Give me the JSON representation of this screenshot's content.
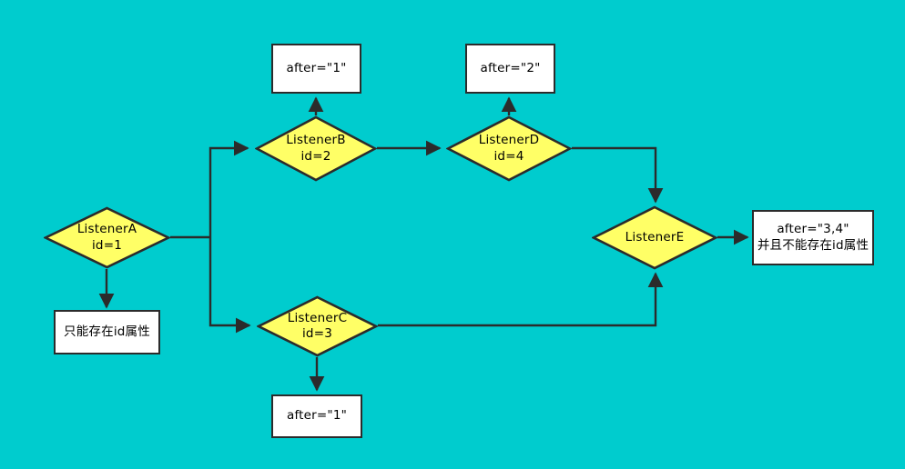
{
  "diagram": {
    "background_color": "#00ccce",
    "node_fill_color": "#ffff66",
    "node_stroke_color": "#2b2b2b",
    "box_fill_color": "#ffffff",
    "edge_color": "#2b2b2b",
    "nodes": {
      "listener_a": {
        "label": "ListenerA\nid=1"
      },
      "listener_b": {
        "label": "ListenerB\nid=2"
      },
      "listener_c": {
        "label": "ListenerC\nid=3"
      },
      "listener_d": {
        "label": "ListenerD\nid=4"
      },
      "listener_e": {
        "label": "ListenerE"
      }
    },
    "notes": {
      "note_a": {
        "label": "只能存在id属性"
      },
      "note_b": {
        "label": "after=\"1\""
      },
      "note_c": {
        "label": "after=\"1\""
      },
      "note_d": {
        "label": "after=\"2\""
      },
      "note_e": {
        "label": "after=\"3,4\"\n并且不能存在id属性"
      }
    }
  }
}
